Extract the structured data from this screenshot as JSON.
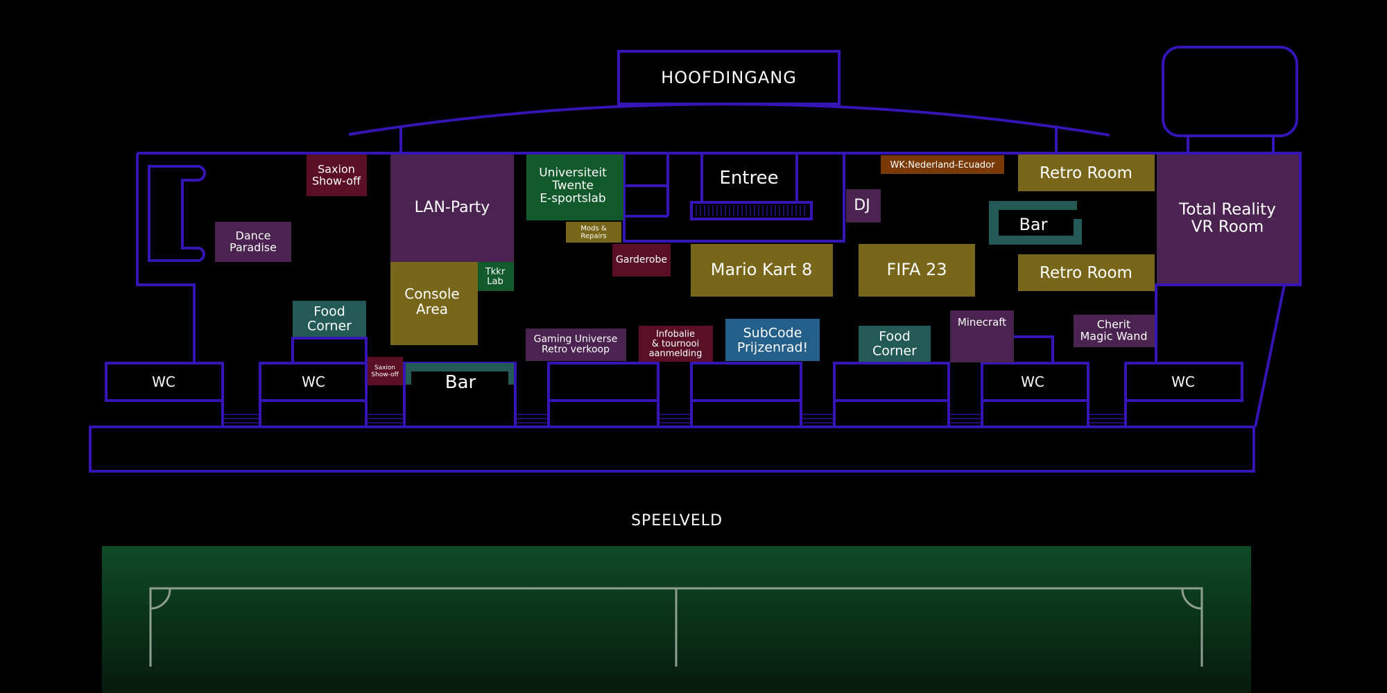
{
  "title": "HOOFDINGANG",
  "field_label": "SPEELVELD",
  "colors": {
    "wall": "#3515b5",
    "purple": "#4a2350",
    "maroon": "#5a0f24",
    "olive": "#78661a",
    "darkgreen": "#125a2c",
    "teal": "#245a55",
    "blue": "#235f88",
    "orange": "#7a3a08",
    "field_top": "#0f4a25",
    "field_bottom": "#061a0d"
  },
  "rooms": {
    "saxion_top": "Saxion\nShow-off",
    "dance": "Dance\nParadise",
    "lan": "LAN-Party",
    "utwente": "Universiteit\nTwente\nE-sportslab",
    "mods": "Mods &\nRepairs",
    "entree": "Entree",
    "wk": "WK:Nederland-Ecuador",
    "dj": "DJ",
    "retro1": "Retro Room",
    "bar_right": "Bar",
    "vr": "Total Reality\nVR Room",
    "tkkr": "Tkkr\nLab",
    "console": "Console\nArea",
    "garderobe": "Garderobe",
    "mariokart": "Mario Kart 8",
    "fifa": "FIFA 23",
    "retro2": "Retro Room",
    "food1": "Food\nCorner",
    "minecraft": "Minecraft",
    "cherit": "Cherit\nMagic Wand",
    "saxion_small": "Saxion\nShow-off",
    "gaming": "Gaming Universe\nRetro verkoop",
    "infobalie": "Infobalie\n& tournooi\naanmelding",
    "subcode": "SubCode\nPrijzenrad!",
    "food2": "Food\nCorner",
    "bar_left": "Bar",
    "wc1": "WC",
    "wc2": "WC",
    "wc3": "WC",
    "wc4": "WC"
  }
}
